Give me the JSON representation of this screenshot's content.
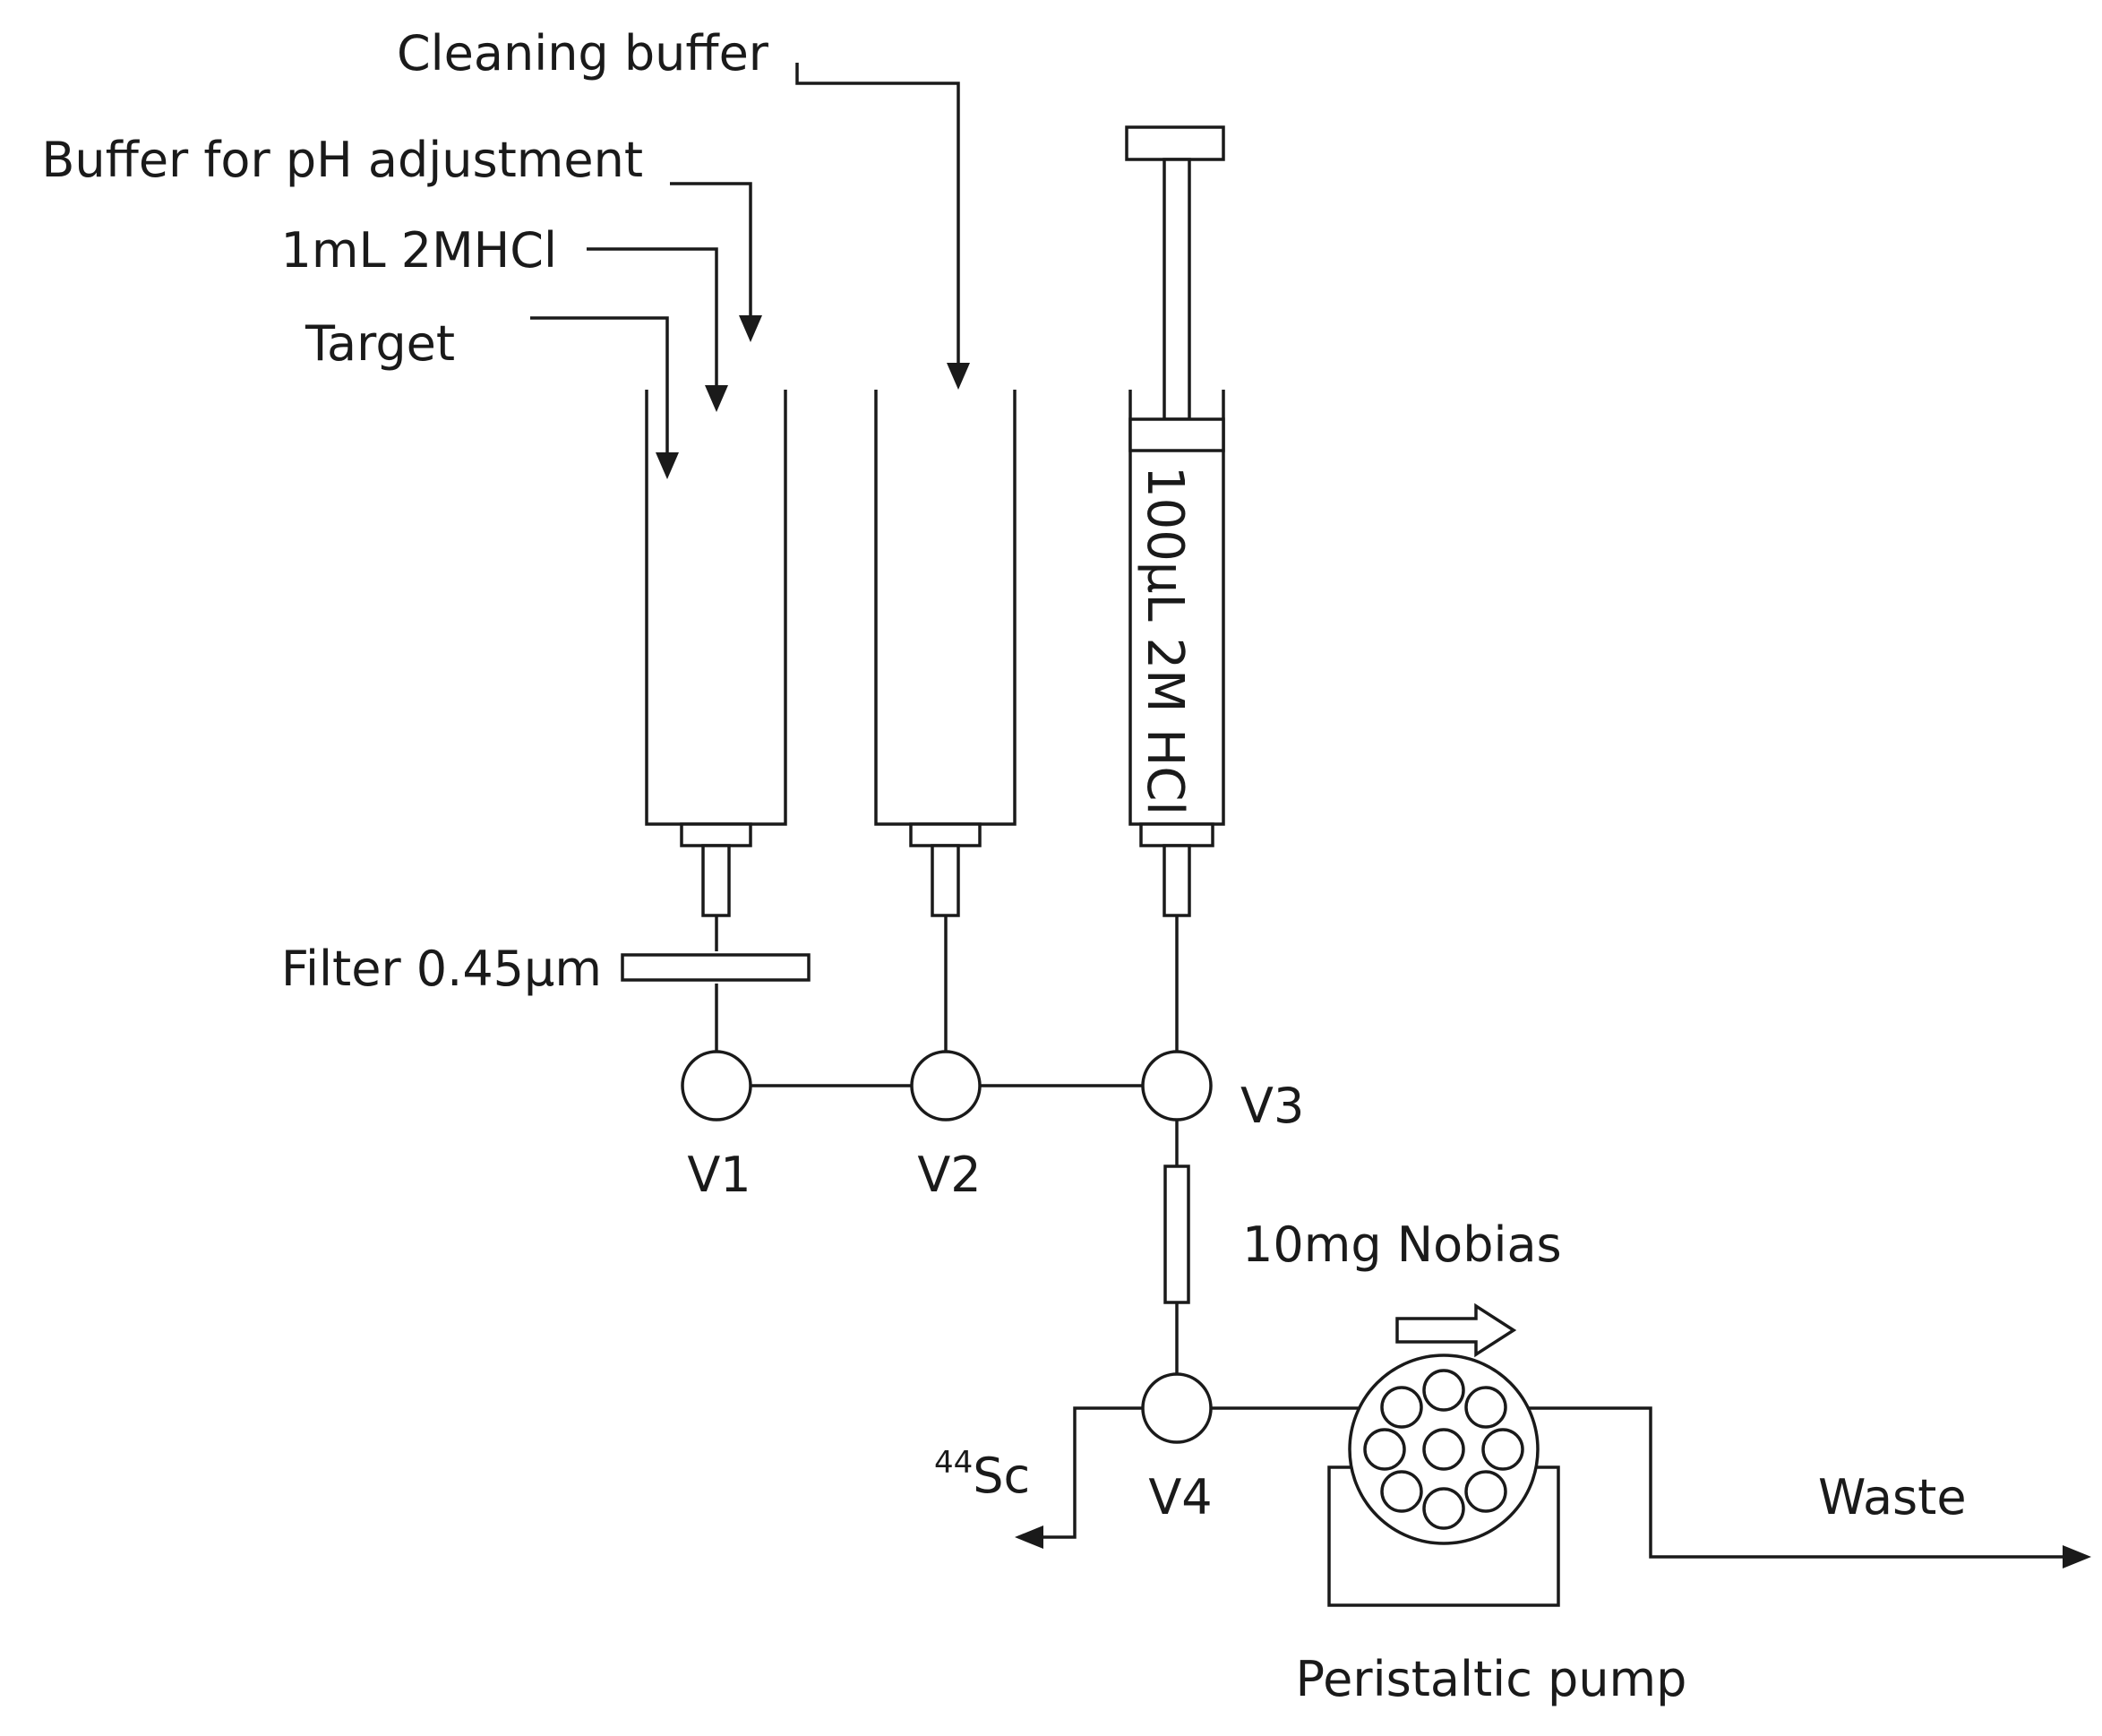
{
  "labels": {
    "cleaning_buffer": "Cleaning buffer",
    "buffer_ph": "Buffer for pH adjustment",
    "hcl_1ml": "1mL 2MHCl",
    "target": "Target",
    "syringe": "100µL 2M HCl",
    "filter": "Filter 0.45µm",
    "v1": "V1",
    "v2": "V2",
    "v3": "V3",
    "v4": "V4",
    "nobias": "10mg Nobias",
    "sc_mass": "44",
    "sc": "Sc",
    "waste": "Waste",
    "pump": "Peristaltic pump"
  }
}
